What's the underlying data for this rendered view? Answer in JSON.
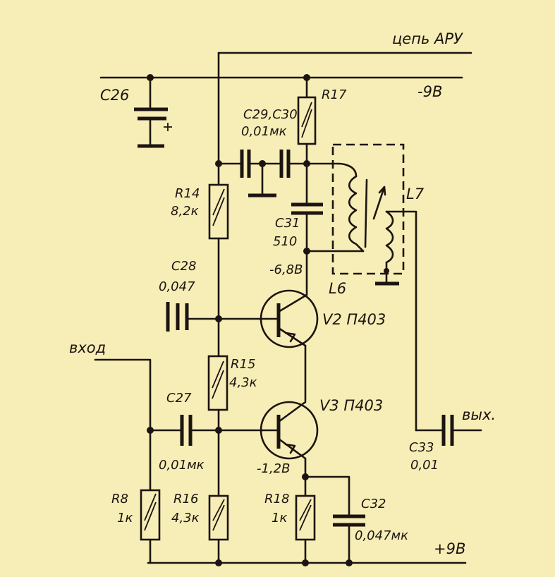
{
  "rails": {
    "agc": "цепь АРУ",
    "neg": "-9В",
    "pos": "+9В"
  },
  "io": {
    "input": "вход",
    "output": "вых."
  },
  "components": {
    "c26": "С26",
    "c29_c30": "С29,С30",
    "c29_c30_val": "0,01мк",
    "r17": "R17",
    "r14": "R14",
    "r14_val": "8,2к",
    "c31": "С31",
    "c31_val": "510",
    "node_v2": "-6,8В",
    "l7": "L7",
    "l6": "L6",
    "c28": "С28",
    "c28_val": "0,047",
    "v2": "V2 П403",
    "r15": "R15",
    "r15_val": "4,3к",
    "c27": "С27",
    "c27_val": "0,01мк",
    "v3": "V3 П403",
    "c33": "С33",
    "c33_val": "0,01",
    "node_v3": "-1,2В",
    "r8": "R8",
    "r8_val": "1к",
    "r16": "R16",
    "r16_val": "4,3к",
    "r18": "R18",
    "r18_val": "1к",
    "c32": "С32",
    "c32_val": "0,047мк"
  }
}
